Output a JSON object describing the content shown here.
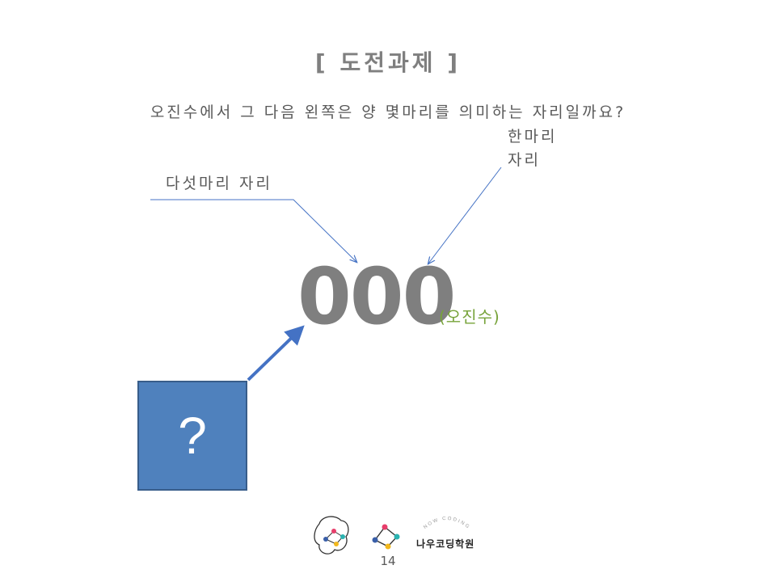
{
  "slide": {
    "title": "[ 도전과제 ]",
    "question": "오진수에서 그 다음 왼쪽은 양 몇마리를 의미하는 자리일까요?",
    "label_one_line1": "한마리",
    "label_one_line2": "자리",
    "label_five": "다섯마리 자리",
    "number": "000",
    "number_suffix": "(오진수)",
    "unknown_box": "?",
    "page_number": "14"
  },
  "brand": {
    "arc_text": "NOW CODING",
    "name": "나우코딩학원"
  },
  "colors": {
    "box_fill": "#4f81bd",
    "arrow": "#4472c4",
    "suffix": "#77a33a",
    "text_gray": "#7f7f7f"
  }
}
